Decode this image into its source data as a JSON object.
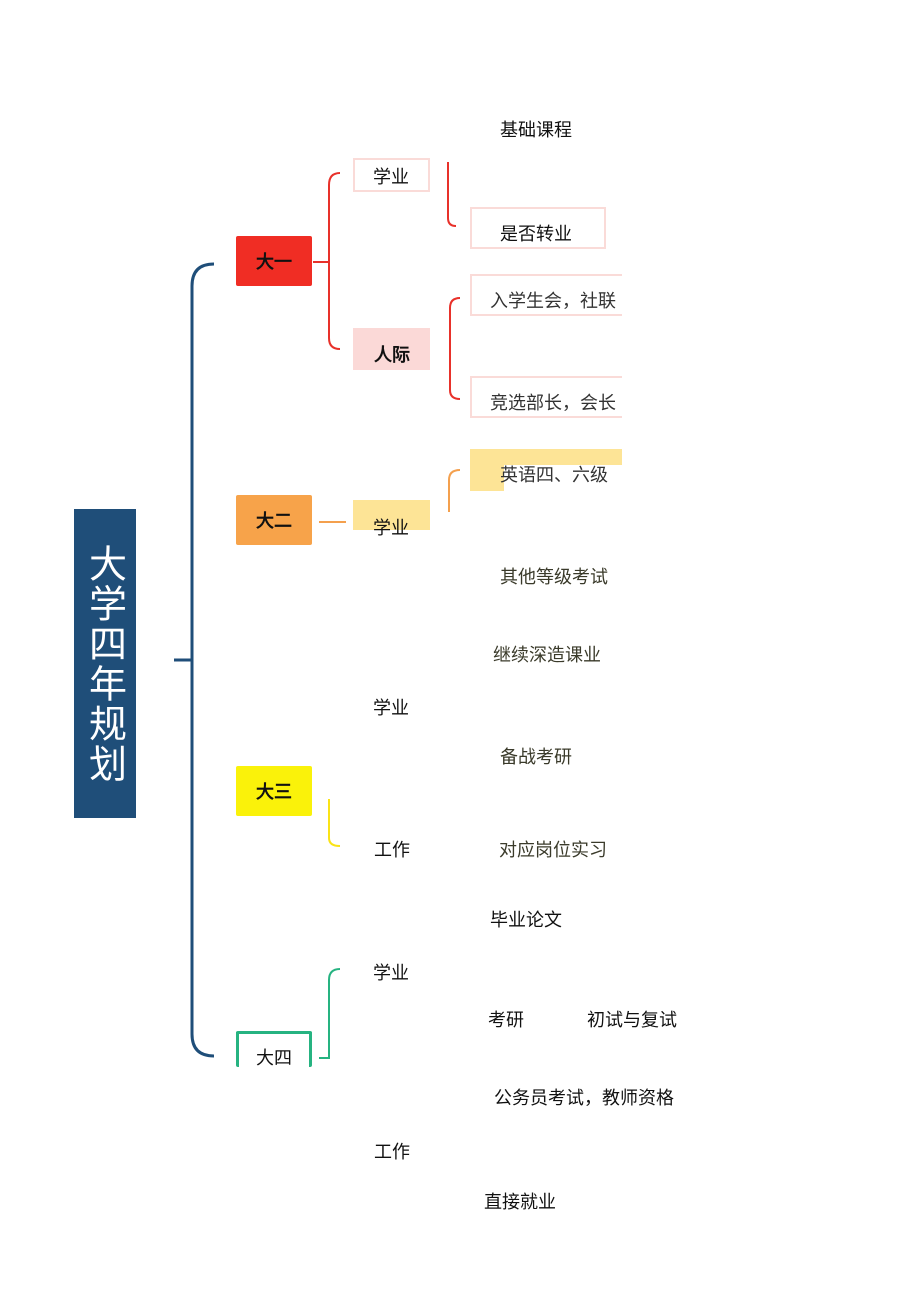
{
  "root": {
    "title": "大学四年规划"
  },
  "years": [
    {
      "label": "大一",
      "color": "#f02d24",
      "branches": [
        {
          "label": "学业",
          "items": [
            "基础课程",
            "是否转业"
          ]
        },
        {
          "label": "人际",
          "items": [
            "入学生会，社联",
            "竞选部长，会长"
          ]
        }
      ]
    },
    {
      "label": "大二",
      "color": "#f7a34a",
      "branches": [
        {
          "label": "学业",
          "items": [
            "英语四、六级",
            "其他等级考试"
          ]
        }
      ]
    },
    {
      "label": "大三",
      "color": "#faf20a",
      "branches": [
        {
          "label": "学业",
          "items": [
            "继续深造课业",
            "备战考研"
          ]
        },
        {
          "label": "工作",
          "items": [
            "对应岗位实习"
          ]
        }
      ]
    },
    {
      "label": "大四",
      "color": "#26b381",
      "branches": [
        {
          "label": "学业",
          "items": [
            "毕业论文",
            "考研"
          ],
          "sub": "初试与复试"
        },
        {
          "label": "工作",
          "items": [
            "公务员考试，教师资格",
            "直接就业"
          ]
        }
      ]
    }
  ],
  "colors": {
    "root": "#1f4e79",
    "trunk": "#1f4e79",
    "red": "#e8312a",
    "orange": "#f4a04e",
    "yellow": "#fae316",
    "green": "#26b381",
    "pink": "#fbd9d7",
    "cream": "#fde496"
  }
}
